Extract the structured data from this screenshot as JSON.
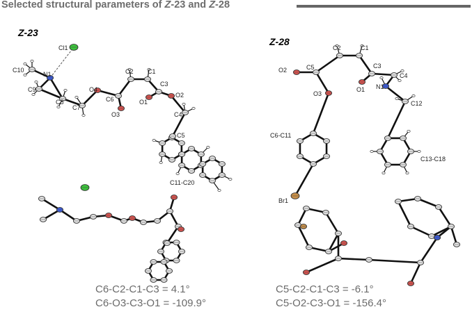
{
  "header": {
    "title_prefix": "Selected structural parameters of ",
    "compound_a": "Z",
    "compound_a_suffix": "-23",
    "connector": " and ",
    "compound_b": "Z",
    "compound_b_suffix": "-28"
  },
  "panels": {
    "left": {
      "label": "Z-23",
      "atoms": [
        "Cl1",
        "C10",
        "N1",
        "C9",
        "C8",
        "C7",
        "O4",
        "C6",
        "O3",
        "C2",
        "C1",
        "O1",
        "C3",
        "O2",
        "C4",
        "C5",
        "C11-C20"
      ],
      "captions": [
        "C6-C2-C1-C3 = 4.1°",
        "C6-O3-C3-O1 = -109.9°"
      ]
    },
    "right": {
      "label": "Z-28",
      "atoms": [
        "C2",
        "C1",
        "O2",
        "C5",
        "C3",
        "C4",
        "N1",
        "O3",
        "O1",
        "C12",
        "C6-C11",
        "C13-C18",
        "Br1"
      ],
      "captions": [
        "C5-C2-C1-C3 = -6.1°",
        "C5-O2-C3-O1 = -156.4°"
      ]
    }
  },
  "colors": {
    "bond": "#111111",
    "carbon": "#e6e6e6",
    "oxygen": "#d9534f",
    "nitrogen": "#3b5bdb",
    "chlorine": "#3cc23c",
    "bromine": "#c8904a",
    "header_text": "#6d6d6d",
    "caption_text": "#6b6b6b"
  }
}
